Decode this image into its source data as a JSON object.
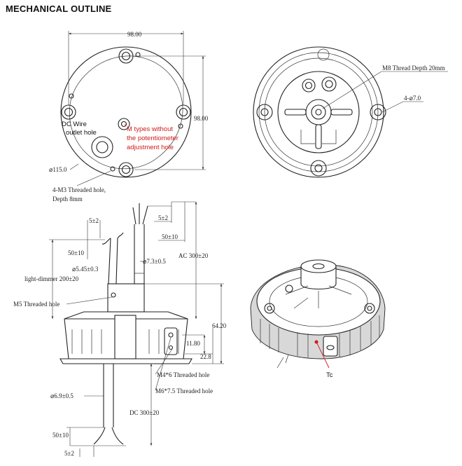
{
  "title": "MECHANICAL OUTLINE",
  "top_view": {
    "width_dim": "98.00",
    "height_dim": "98.00",
    "diameter": "⌀115.0",
    "dc_wire_label_1": "DC Wire",
    "dc_wire_label_2": "outlet hole",
    "m_types_note_1": "M types without",
    "m_types_note_2": "the potentiometer",
    "m_types_note_3": "adjustment hole",
    "m3_hole_1": "4-M3 Threaded hole,",
    "m3_hole_2": "Depth 8mm"
  },
  "bottom_view": {
    "m8_note": "M8 Thread Depth 20mm",
    "holes_note": "4-⌀7.0"
  },
  "side_view": {
    "dim_5_top": "5±2",
    "dim_50_top": "50±10",
    "ac_length": "AC 300±20",
    "ac_wire_dia": "⌀7.3±0.5",
    "dim_5_left": "5±2",
    "dim_50_left": "50±10",
    "light_wire_dia": "⌀5.45±0.3",
    "light_dimmer": "light-dimmer 200±20",
    "m5_hole": "M5 Threaded hole",
    "height_total": "64.20",
    "dim_11_80": "11.80",
    "dim_22_8": "22.8",
    "m4_hole": "M4*6 Threaded hole",
    "m6_hole": "M6*7.5 Threaded hole",
    "dc_wire_dia": "⌀6.9±0.5",
    "dc_length": "DC 300±20",
    "dim_50_bottom": "50±10",
    "dim_5_bottom": "5±2"
  },
  "iso_view": {
    "tc_label": "Tc"
  }
}
